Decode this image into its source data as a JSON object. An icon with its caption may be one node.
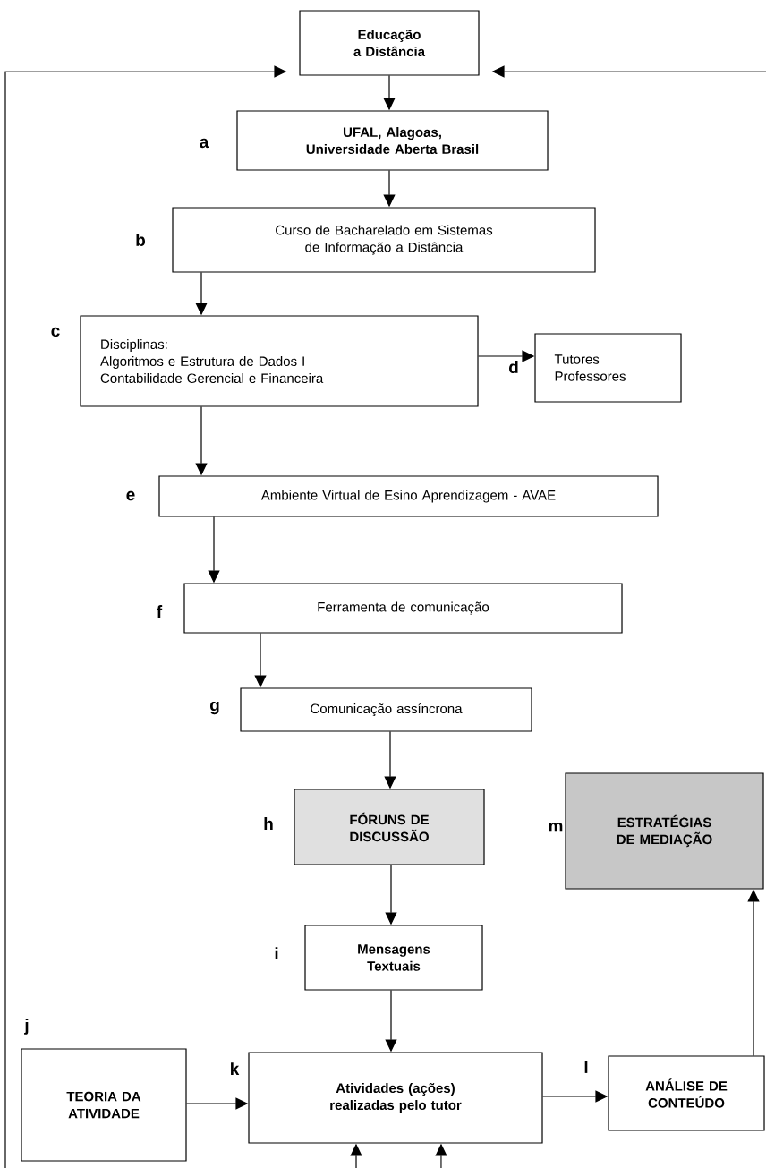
{
  "diagram": {
    "nodes": [
      {
        "text": [
          "Educação a Distância"
        ]
      },
      {
        "text": [
          "UFAL, Alagoas, Universidade Aberta Brasil"
        ],
        "beside": [
          "a"
        ]
      },
      {
        "text": [
          "Curso de Bacharelado em Sistemas de Informação a Distância"
        ],
        "beside": [
          "b"
        ]
      },
      {
        "text": [
          "Disciplinas:",
          "Algoritmos e Estrutura de Dados I",
          "Contabilidade Gerencial e Financeira"
        ],
        "beside": [
          "c"
        ]
      },
      {
        "text": [
          "Tutores Professores"
        ],
        "beside": [
          "d"
        ]
      },
      {
        "text": [
          "Ambiente Virtual de Esino Aprendizagem - AVAE"
        ],
        "beside": [
          "e"
        ]
      },
      {
        "text": [
          "Ferramenta de comunicação"
        ],
        "beside": [
          "f"
        ]
      },
      {
        "text": [
          "Comunicação assíncrona"
        ],
        "beside": [
          "g"
        ]
      },
      {
        "text": [
          "FÓRUNS DE DISCUSSÃO"
        ],
        "beside": [
          "h"
        ]
      },
      {
        "text": [
          "Mensagens Textuais"
        ],
        "beside": [
          "i"
        ]
      },
      {
        "text": [
          "TEORIA DA ATIVIDADE"
        ],
        "beside": [
          "j"
        ]
      },
      {
        "text": [
          "Atividades (ações) realizadas pelo tutor"
        ],
        "beside": [
          "k"
        ]
      },
      {
        "text": [
          "ANÁLISE DE CONTEÚDO"
        ],
        "beside": [
          "l"
        ]
      },
      {
        "text": [
          "ESTRATÉGIAS DE MEDIAÇÃO"
        ],
        "beside": [
          "m"
        ]
      }
    ],
    "edges": [
      {
        "from": 0,
        "to": 1,
        "arrow": "to"
      },
      {
        "from": 1,
        "to": 2,
        "arrow": "to"
      },
      {
        "from": 2,
        "to": 3,
        "arrow": "to"
      },
      {
        "from": 3,
        "to": 4,
        "arrow": "to"
      },
      {
        "from": 3,
        "to": 5,
        "arrow": "to"
      },
      {
        "from": 5,
        "to": 6,
        "arrow": "to"
      },
      {
        "from": 6,
        "to": 7,
        "arrow": "to"
      },
      {
        "from": 7,
        "to": 8,
        "arrow": "to"
      },
      {
        "from": 8,
        "to": 9,
        "arrow": "to"
      },
      {
        "from": 9,
        "to": 11,
        "arrow": "to"
      },
      {
        "from": 10,
        "to": 11,
        "arrow": "to"
      },
      {
        "from": 11,
        "to": 12,
        "arrow": "to"
      },
      {
        "from": 12,
        "to": 13,
        "arrow": "to"
      },
      {
        "from": null,
        "to": 0,
        "arrow": "to"
      },
      {
        "from": null,
        "to": 0,
        "arrow": "to"
      },
      {
        "from": null,
        "to": 11,
        "arrow": "to"
      },
      {
        "from": null,
        "to": 11,
        "arrow": "to"
      }
    ]
  }
}
